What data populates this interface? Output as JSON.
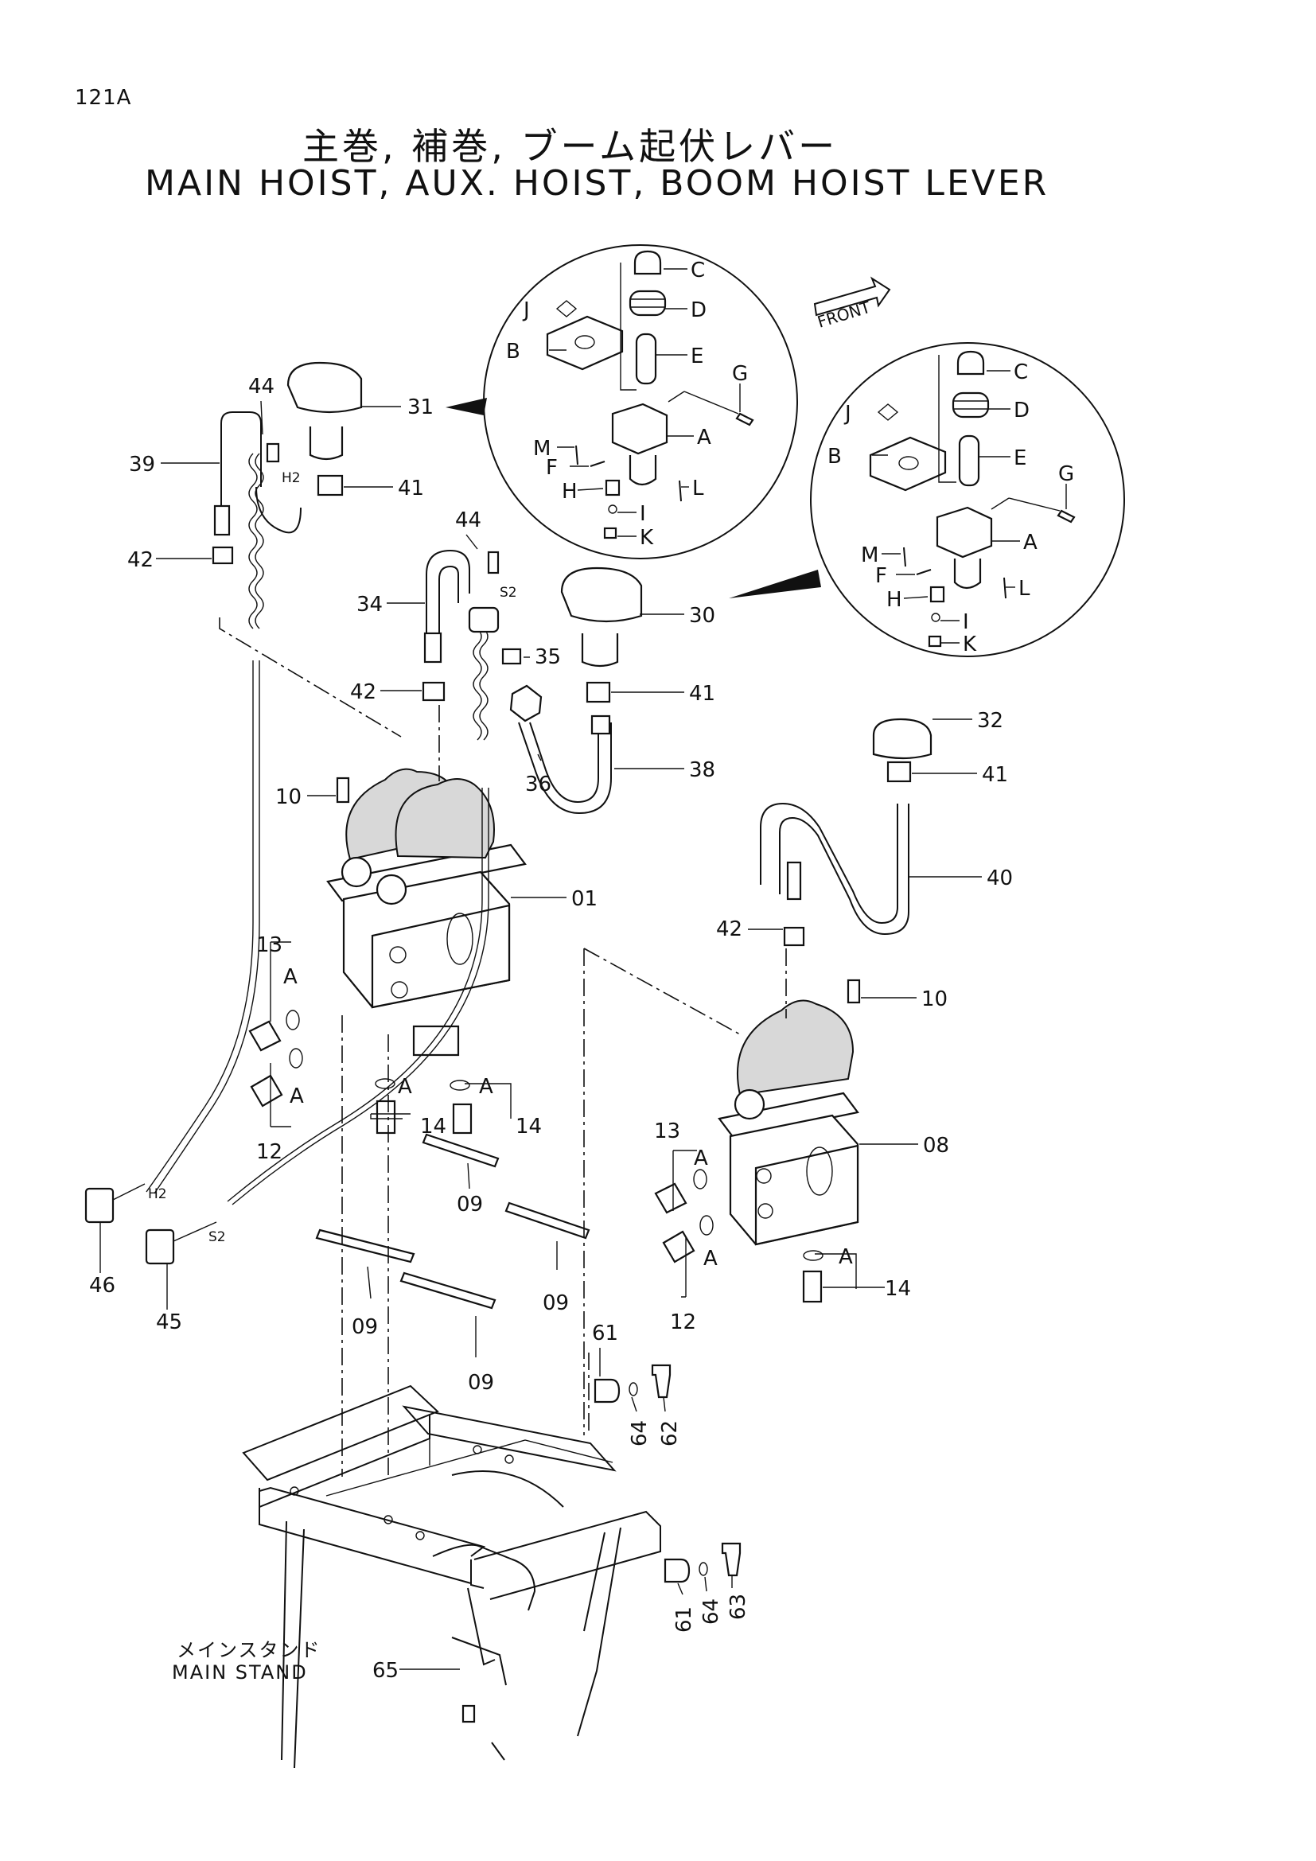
{
  "page_code": "121A",
  "title_jp": "主巻, 補巻, ブーム起伏レバー",
  "title_en": "MAIN HOIST, AUX. HOIST, BOOM HOIST LEVER",
  "stand_label_jp": "メインスタンド",
  "stand_label_en": "MAIN STAND",
  "front_label": "FRONT",
  "part_numbers": [
    "01",
    "08",
    "09",
    "10",
    "12",
    "13",
    "14",
    "30",
    "31",
    "32",
    "34",
    "35",
    "36",
    "38",
    "39",
    "40",
    "41",
    "42",
    "44",
    "45",
    "46",
    "61",
    "62",
    "63",
    "64",
    "65"
  ],
  "detail_letters": [
    "A",
    "B",
    "C",
    "D",
    "E",
    "F",
    "G",
    "H",
    "I",
    "J",
    "K",
    "L",
    "M"
  ],
  "wire_labels": [
    "H2",
    "S2"
  ],
  "callout_text": {
    "p01": "01",
    "p08": "08",
    "p09": "09",
    "p10": "10",
    "p12": "12",
    "p13": "13",
    "p14": "14",
    "p30": "30",
    "p31": "31",
    "p32": "32",
    "p34": "34",
    "p35": "35",
    "p36": "36",
    "p38": "38",
    "p39": "39",
    "p40": "40",
    "p41": "41",
    "p42": "42",
    "p44": "44",
    "p45": "45",
    "p46": "46",
    "p61": "61",
    "p62": "62",
    "p63": "63",
    "p64": "64",
    "p65": "65",
    "A": "A",
    "B": "B",
    "C": "C",
    "D": "D",
    "E": "E",
    "F": "F",
    "G": "G",
    "H": "H",
    "I": "I",
    "J": "J",
    "K": "K",
    "L": "L",
    "M": "M",
    "H2": "H2",
    "S2": "S2"
  }
}
